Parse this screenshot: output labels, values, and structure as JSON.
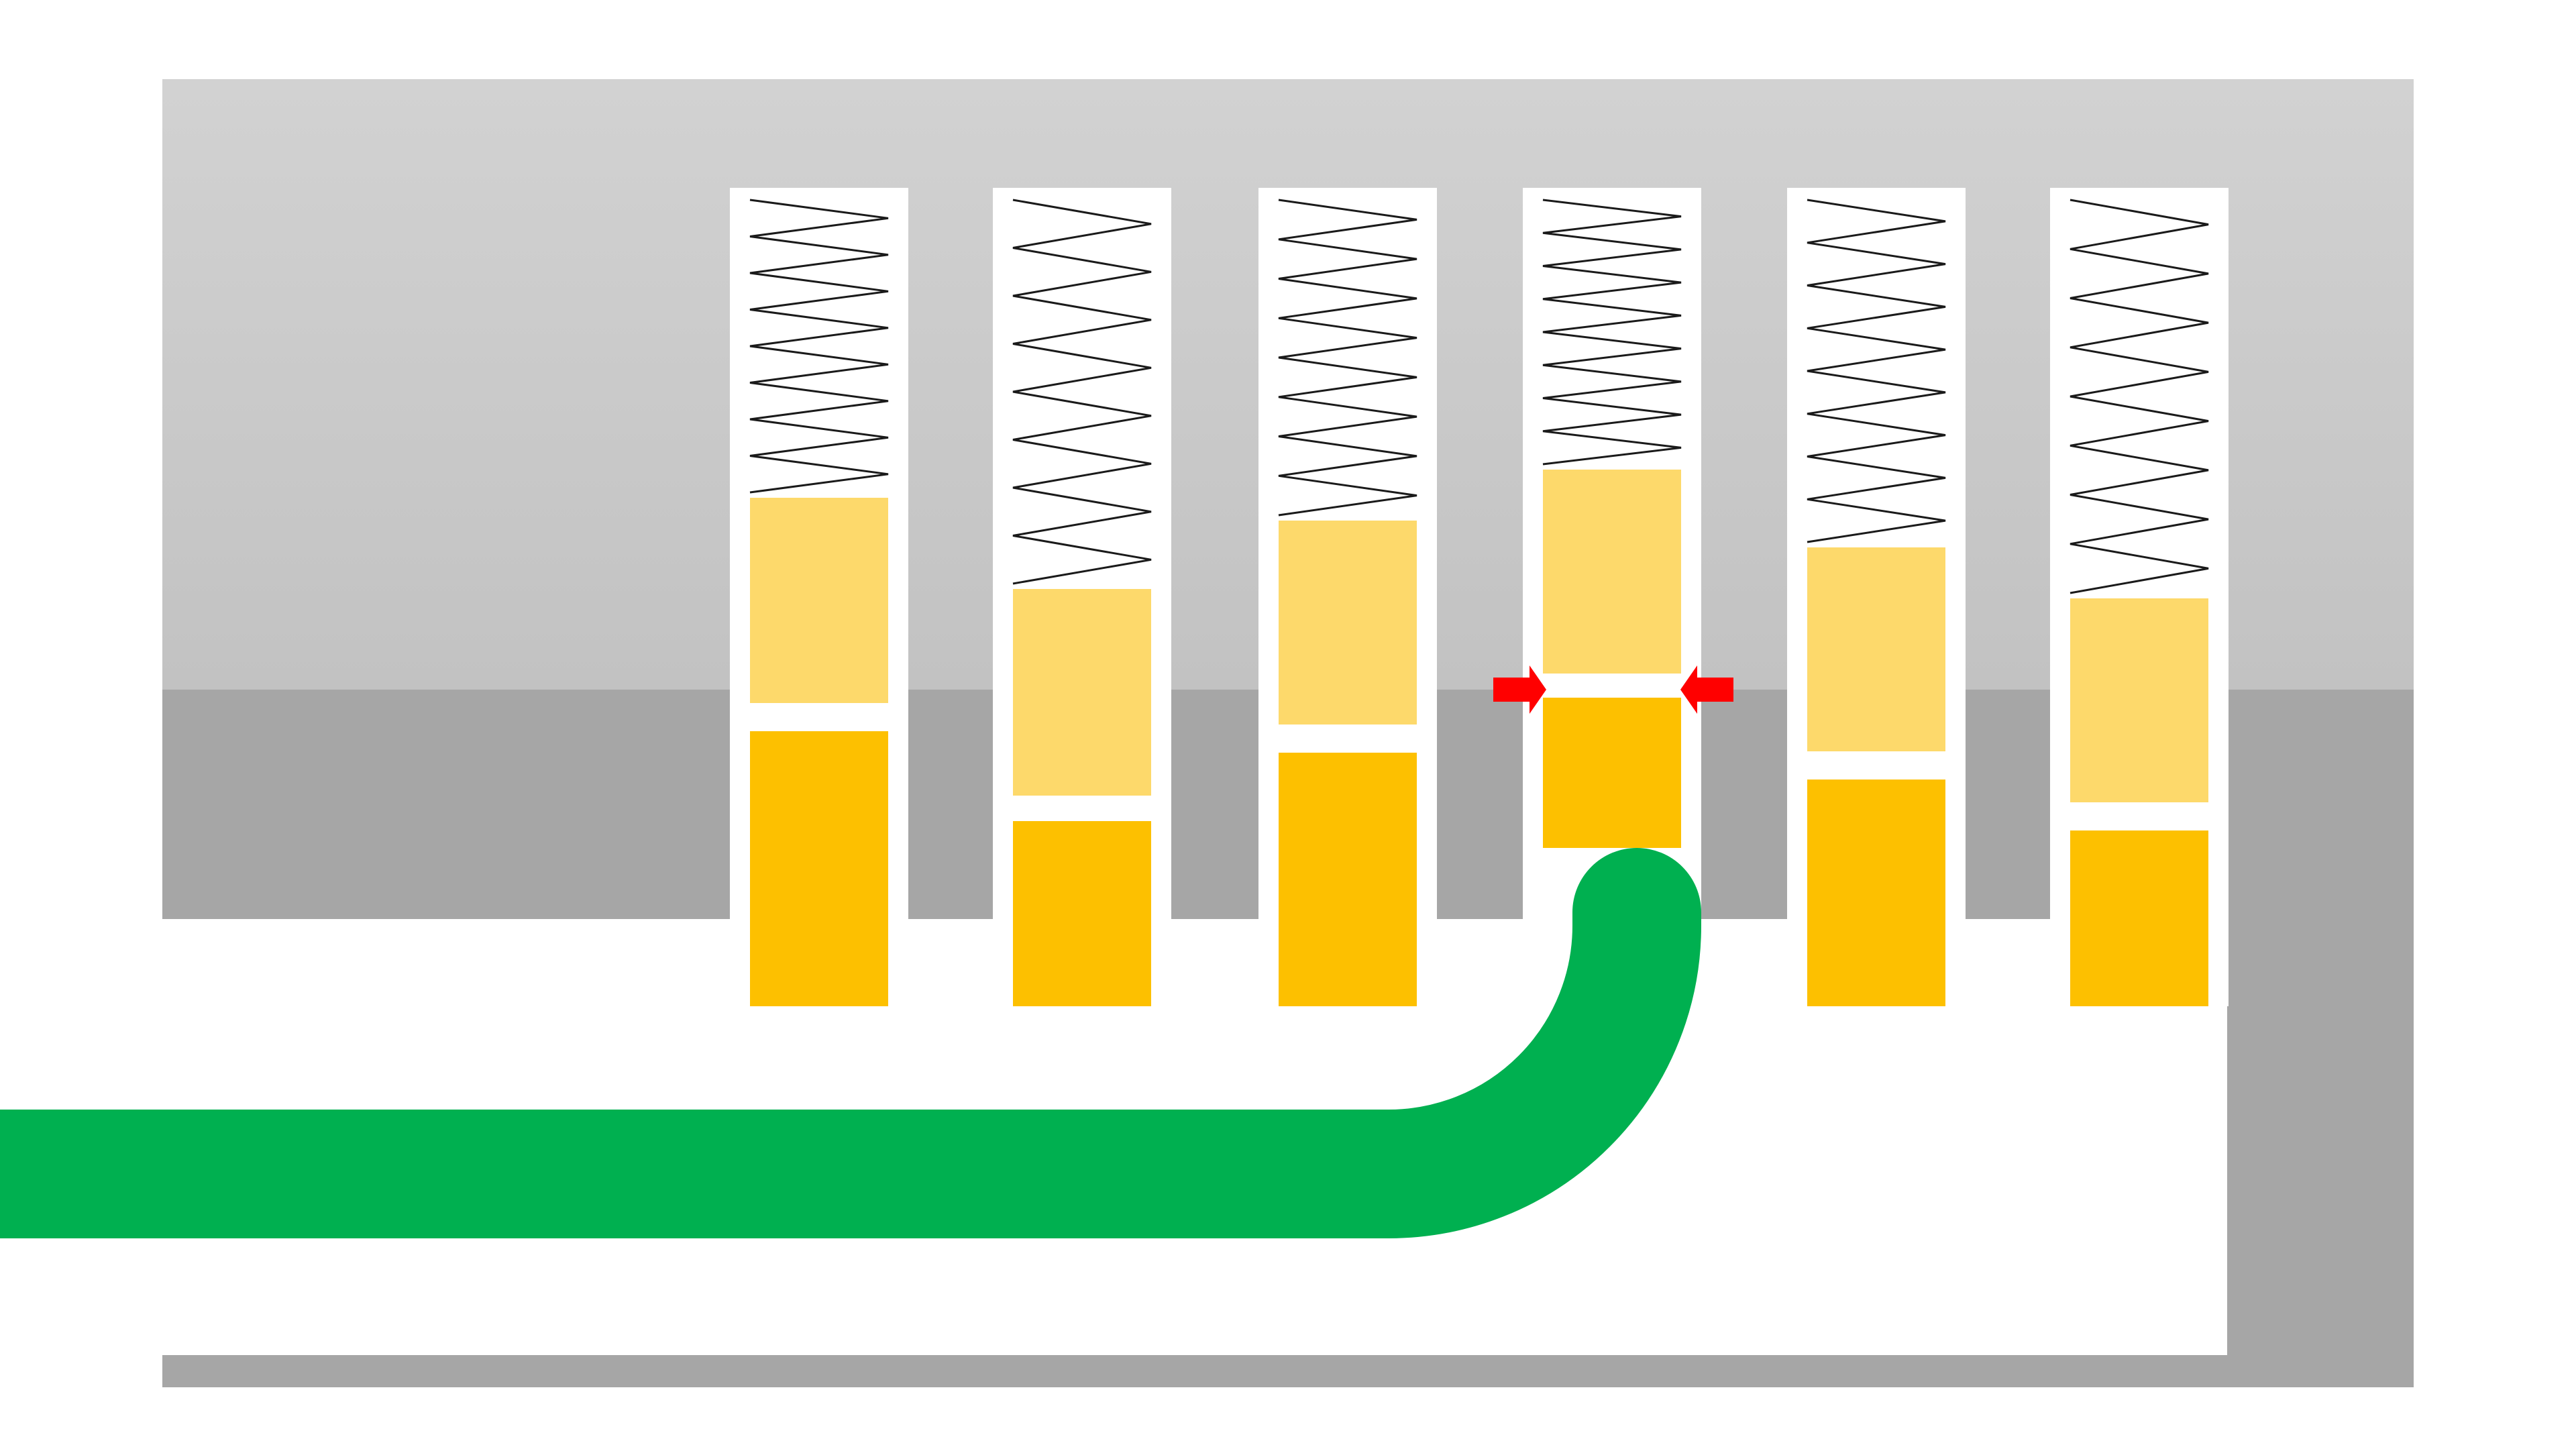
{
  "diagram": {
    "kind": "pin-tumbler-lock-picking",
    "pin_stack_count": 6,
    "set_pin_index": 4,
    "colors": {
      "background": "#ffffff",
      "housing_upper": "#c8c8c8",
      "housing_lower": "#a6a6a6",
      "pin_channel": "#ffffff",
      "key_pin": "#fdc000",
      "driver_pin": "#fdd96b",
      "spring": "#1a1a1a",
      "pick": "#00b050",
      "shear_arrow": "#ff0000"
    },
    "icons": {
      "pins": "pin-stack",
      "spring": "spring-icon",
      "pick": "lock-pick-icon",
      "arrows": "shear-line-arrow-icon"
    }
  }
}
